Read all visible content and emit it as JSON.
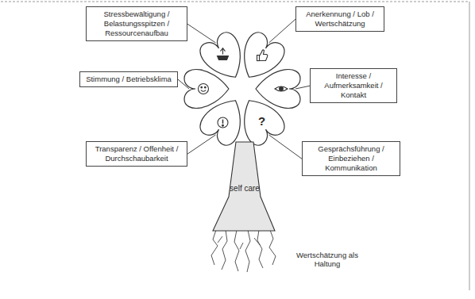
{
  "diagram": {
    "nodes": [
      {
        "text": [
          "Stressbewältigung / Belastungsspitzen / Ressourcenaufbau"
        ]
      },
      {
        "text": [
          "Anerkennung / Lob / Wertschätzung"
        ]
      },
      {
        "text": [
          "Stimmung / Betriebsklima"
        ]
      },
      {
        "text": [
          "Interesse / Aufmerksamkeit / Kontakt"
        ]
      },
      {
        "text": [
          "Transparenz / Offenheit / Durchschaubarkeit"
        ]
      },
      {
        "text": [
          "Gesprächsführung / Einbeziehen / Kommunikation"
        ]
      },
      {
        "text": [
          "self care"
        ]
      }
    ],
    "labels": [
      "?",
      "Wertschätzung als Haltung"
    ]
  }
}
